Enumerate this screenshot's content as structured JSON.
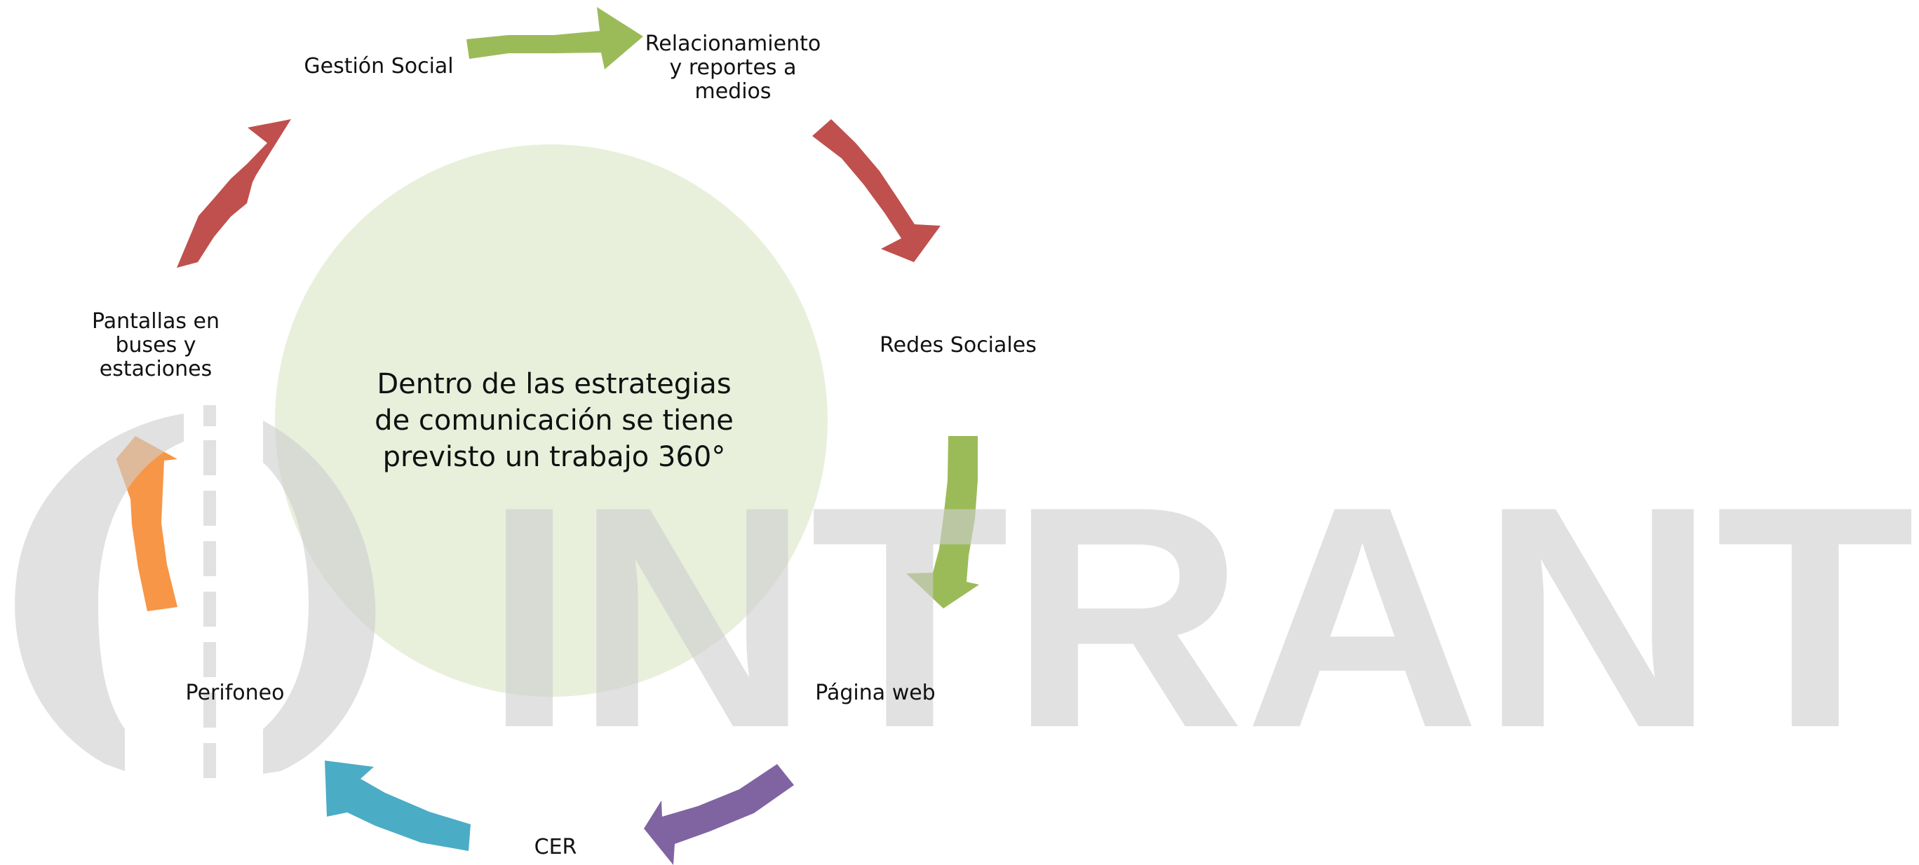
{
  "center": {
    "text": "Dentro de las estrategias\nde comunicación se tiene\nprevisto un trabajo 360°",
    "fill": "#e8f0dc"
  },
  "watermark": {
    "text": "INTRANT",
    "color": "#cfcfcf"
  },
  "nodes": [
    {
      "id": "gestion-social",
      "label": "Gestión Social"
    },
    {
      "id": "relacionamiento",
      "label": "Relacionamiento\ny reportes a\nmedios"
    },
    {
      "id": "redes-sociales",
      "label": "Redes Sociales"
    },
    {
      "id": "pagina-web",
      "label": "Página web"
    },
    {
      "id": "cer",
      "label": "CER"
    },
    {
      "id": "perifoneo",
      "label": "Perifoneo"
    },
    {
      "id": "pantallas",
      "label": "Pantallas en\nbuses y\nestaciones"
    }
  ],
  "arrows": [
    {
      "from": "gestion-social",
      "to": "relacionamiento",
      "color": "#9bbb59"
    },
    {
      "from": "relacionamiento",
      "to": "redes-sociales",
      "color": "#c0504d"
    },
    {
      "from": "redes-sociales",
      "to": "pagina-web",
      "color": "#9bbb59"
    },
    {
      "from": "pagina-web",
      "to": "cer",
      "color": "#8064a2"
    },
    {
      "from": "cer",
      "to": "perifoneo",
      "color": "#4bacc6"
    },
    {
      "from": "perifoneo",
      "to": "pantallas",
      "color": "#f79646"
    },
    {
      "from": "pantallas",
      "to": "gestion-social",
      "color": "#c0504d"
    }
  ]
}
